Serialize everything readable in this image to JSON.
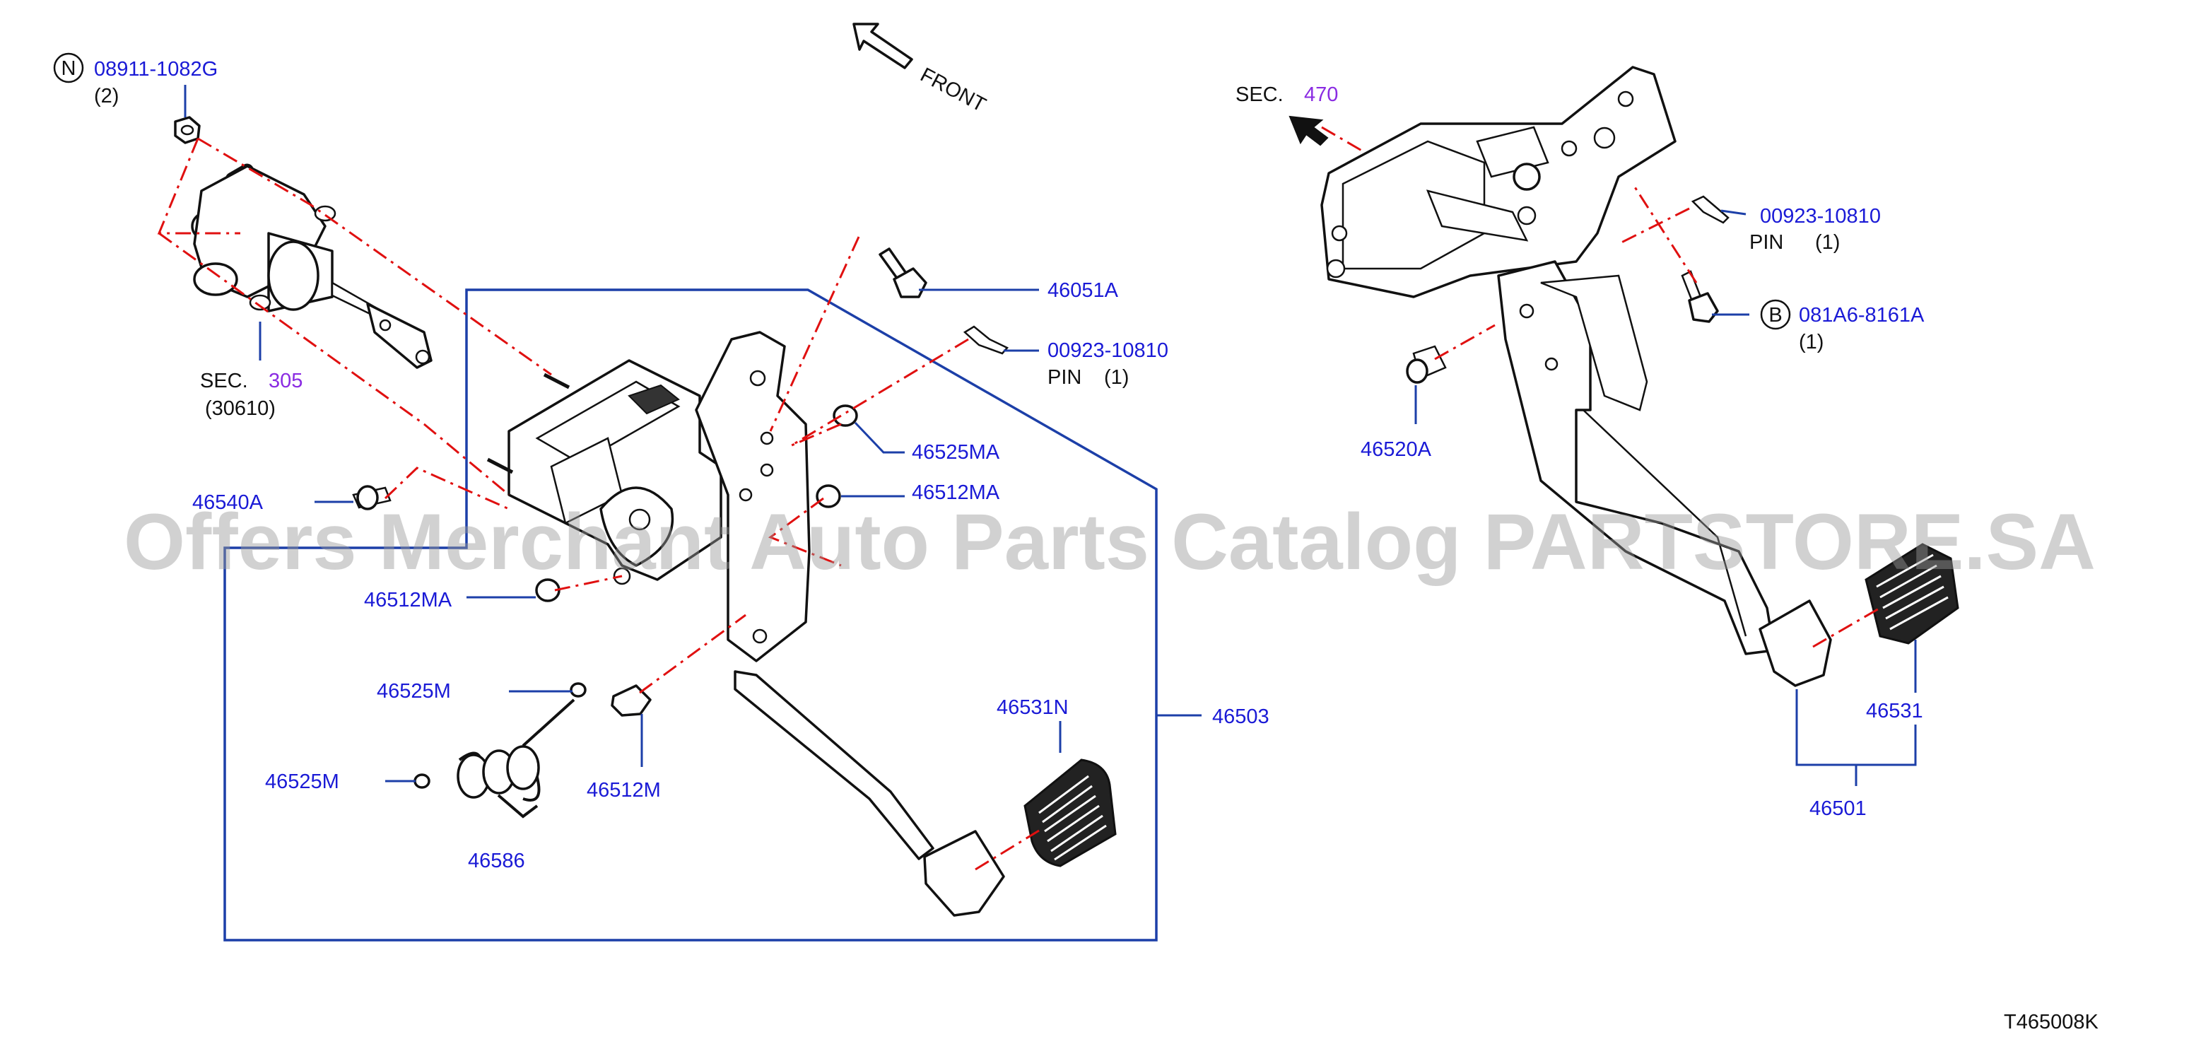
{
  "diagram": {
    "front_label": "FRONT",
    "sec_label": "SEC.",
    "sec_305": "305",
    "sec_305_sub": "(30610)",
    "sec_470": "470",
    "n_symbol": "N",
    "b_symbol": "B",
    "parts": {
      "p08911": "08911-1082G",
      "p08911_qty": "(2)",
      "p46051A": "46051A",
      "p00923_left": "00923-10810",
      "pin_left": "PIN",
      "pin_left_qty": "(1)",
      "p46525MA": "46525MA",
      "p46512MA_top": "46512MA",
      "p46540A": "46540A",
      "p46512MA_left": "46512MA",
      "p46525M_top": "46525M",
      "p46525M_bottom": "46525M",
      "p46512M": "46512M",
      "p46586": "46586",
      "p46531N": "46531N",
      "p46503": "46503",
      "p00923_right": "00923-10810",
      "pin_right": "PIN",
      "pin_right_qty": "(1)",
      "p081A6": "081A6-8161A",
      "p081A6_qty": "(1)",
      "p46520A": "46520A",
      "p46531": "46531",
      "p46501": "46501"
    },
    "drawing_code": "T465008K"
  },
  "watermark": "Offers Merchant Auto Parts Catalog PARTSTORE.SA",
  "colors": {
    "label": "#1a1ad6",
    "section": "#8a2be2",
    "leader": "#1c3fa8",
    "centerline": "#e01010"
  }
}
